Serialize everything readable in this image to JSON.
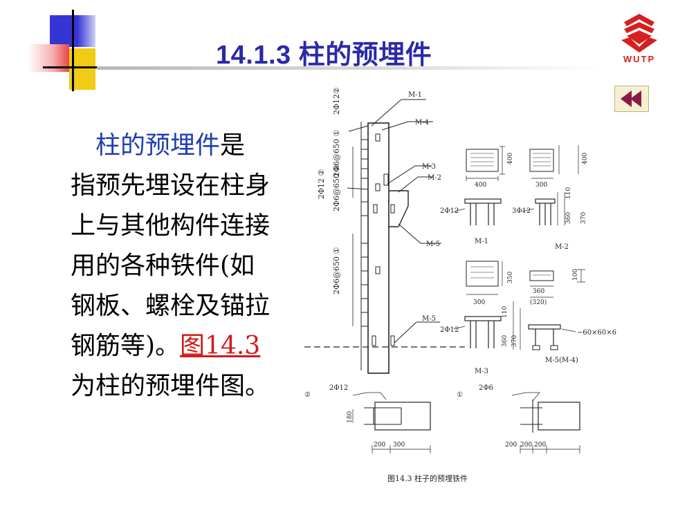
{
  "slide": {
    "title": "14.1.3 柱的预埋件",
    "logo_text": "WUTP",
    "back_icon": "double-left-arrow-icon"
  },
  "body": {
    "indent_highlight": "柱的预埋件",
    "line1_rest": "是",
    "lines": [
      "指预先埋设在柱身",
      "上与其他构件连接",
      "用的各种铁件(如",
      "钢板、螺栓及锚拉"
    ],
    "line6_before": "钢筋等)。",
    "link_text": "图14.3",
    "line7": "为柱的预埋件图。"
  },
  "figure": {
    "caption": "图14.3  柱子的预埋铁件",
    "labels": {
      "m1": "M-1",
      "m4": "M-4",
      "m3": "M-3",
      "m2": "M-2",
      "m5": "M-5",
      "m5a": "M-5",
      "m5m4": "M-5(M-4)",
      "r1": "2Φ12②",
      "r2": "2Φ6@650 ①",
      "r3": "2Φ12 ②",
      "r4": "2Φ6@650 ②",
      "r5": "2Φ6@650 ①",
      "d400a": "400",
      "d400b": "400",
      "d400c": "400",
      "d300a": "300",
      "d110a": "110",
      "d360a": "360",
      "d370a": "370",
      "d2p12a": "2Φ12",
      "d3p12": "3Φ12",
      "cap_m1": "M-1",
      "cap_m2": "M-2",
      "d350": "350",
      "d100": "100",
      "d360b": "360",
      "d320": "(320)",
      "d300b": "300",
      "d110b": "110",
      "d2p12b": "2Φ12",
      "d360c": "360",
      "d370b": "370",
      "angle": "−60×60×6",
      "cap_m3": "M-3",
      "circ2": "②",
      "d2p12c": "2Φ12",
      "d180": "180",
      "d200a": "200",
      "d300c": "300",
      "circ1": "①",
      "d2p6": "2Φ6",
      "d200b": "200",
      "d200c": "200",
      "d200d": "200"
    }
  },
  "colors": {
    "title": "#2a2aa8",
    "highlight": "#1f3fb0",
    "link": "#d11a1a",
    "deco_blue": "#3030d0",
    "deco_yellow": "#f0c800",
    "deco_red": "#e04040",
    "logo_red": "#d62020"
  }
}
